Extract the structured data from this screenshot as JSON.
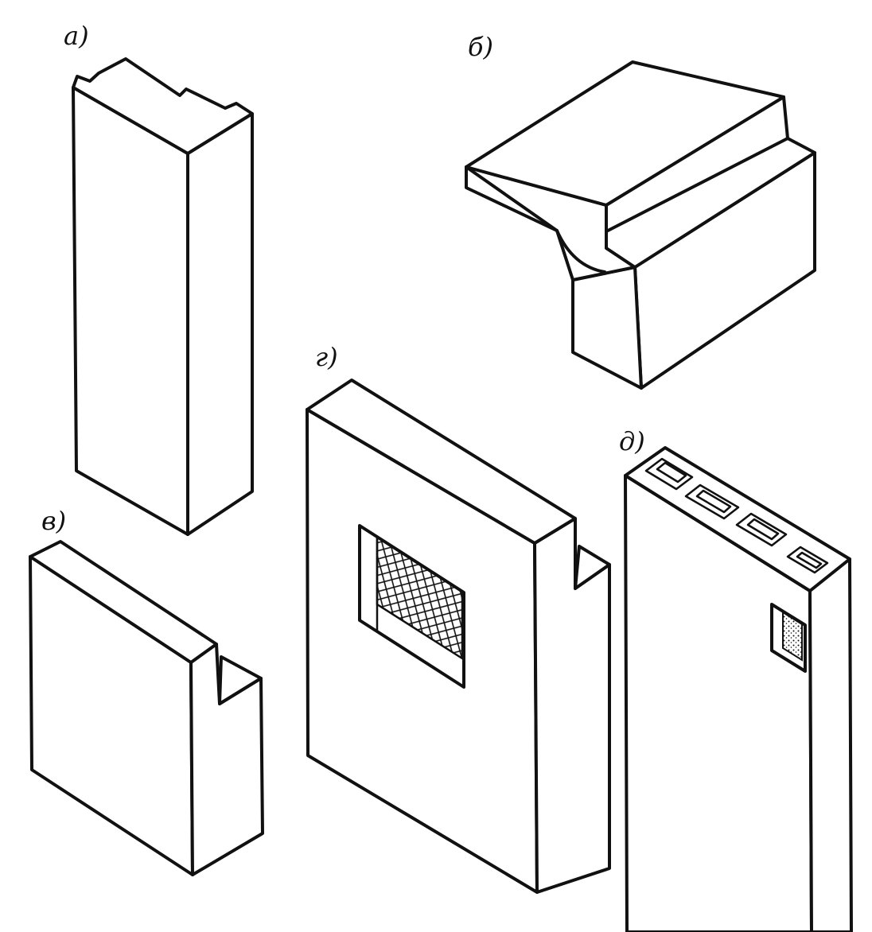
{
  "figure": {
    "labels": {
      "a": "а)",
      "b": "б)",
      "v": "в)",
      "g": "г)",
      "d": "д)"
    }
  }
}
